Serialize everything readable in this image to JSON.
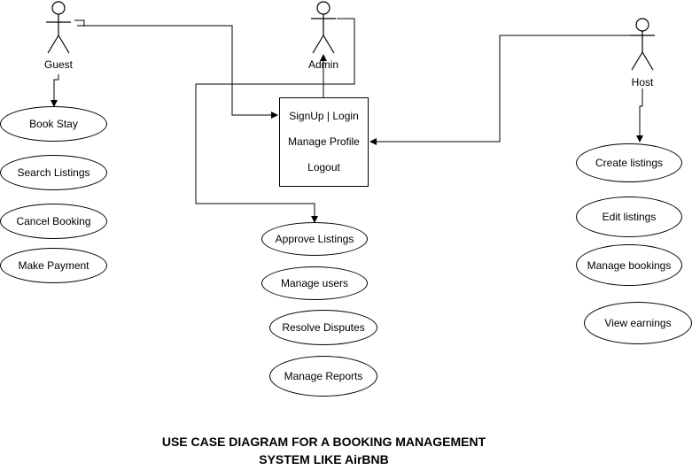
{
  "actors": {
    "guest": {
      "label": "Guest"
    },
    "admin": {
      "label": "Admin"
    },
    "host": {
      "label": "Host"
    }
  },
  "auth_box": {
    "items": [
      "SignUp | Login",
      "Manage Profile",
      "Logout"
    ]
  },
  "guest_use_cases": [
    "Book Stay",
    "Search Listings",
    "Cancel Booking",
    "Make Payment"
  ],
  "admin_use_cases": [
    "Approve Listings",
    "Manage users",
    "Resolve Disputes",
    "Manage Reports"
  ],
  "host_use_cases": [
    "Create listings",
    "Edit listings",
    "Manage bookings",
    "View earnings"
  ],
  "title": {
    "line1": "USE CASE DIAGRAM FOR A BOOKING MANAGEMENT",
    "line2": "SYSTEM LIKE AirBNB"
  }
}
